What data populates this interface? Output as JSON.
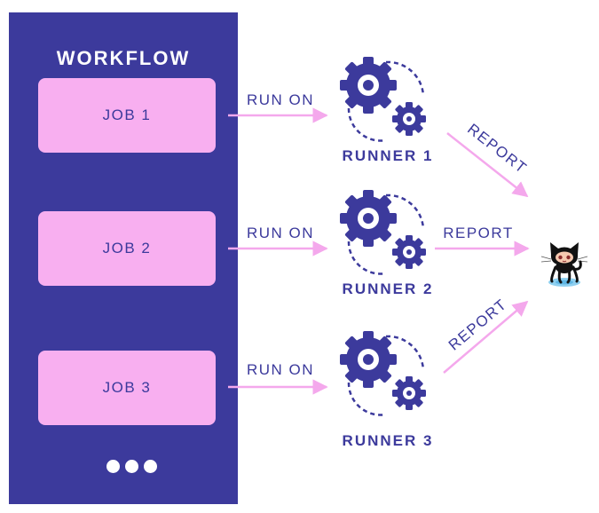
{
  "workflow": {
    "title": "WORKFLOW",
    "jobs": [
      {
        "label": "JOB 1"
      },
      {
        "label": "JOB 2"
      },
      {
        "label": "JOB 3"
      }
    ]
  },
  "edges": {
    "run_on_label": "RUN ON",
    "report_label": "REPORT"
  },
  "runners": [
    {
      "label": "RUNNER 1"
    },
    {
      "label": "RUNNER 2"
    },
    {
      "label": "RUNNER 3"
    }
  ],
  "target": {
    "icon": "octocat-icon"
  },
  "colors": {
    "workflow_bg": "#3c3a9c",
    "job_bg": "#f8aff0",
    "arrow": "#f4a8ec",
    "text": "#3c3a9c"
  }
}
